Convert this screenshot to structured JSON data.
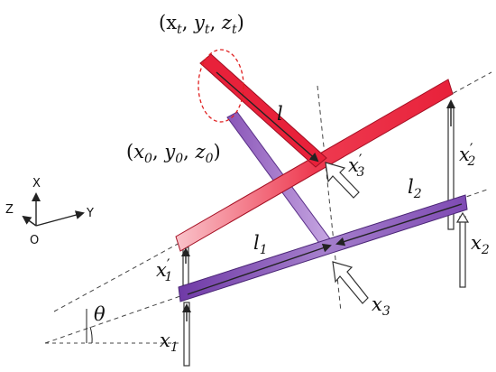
{
  "figure": {
    "labels": {
      "top_point": {
        "open": "(",
        "x": "x",
        "x_sub": "t",
        "y": "y",
        "y_sub": "t",
        "z": "z",
        "z_sub": "t",
        "close": ")"
      },
      "origin_point": {
        "open": "(",
        "x": "x",
        "x_sub": "0",
        "y": "y",
        "y_sub": "0",
        "z": "z",
        "z_sub": "0",
        "close": ")"
      },
      "l": "l",
      "l1": {
        "base": "l",
        "sub": "1"
      },
      "l2": {
        "base": "l",
        "sub": "2"
      },
      "x1": {
        "base": "x",
        "sub": "1"
      },
      "x2": {
        "base": "x",
        "sub": "2"
      },
      "x3": {
        "base": "x",
        "sub": "3"
      },
      "x1p": {
        "base": "x",
        "prime": "′",
        "sub": "1"
      },
      "x2p": {
        "base": "x",
        "prime": "′",
        "sub": "2"
      },
      "x3p": {
        "base": "x",
        "prime": "′",
        "sub": "3"
      },
      "theta": "θ"
    },
    "axes": {
      "x": "X",
      "y": "Y",
      "z": "Z",
      "origin": "O"
    },
    "colors": {
      "red_beam": "#e8213a",
      "red_light": "#f7b6bd",
      "purple_beam": "#8a56b8",
      "purple_light": "#cfb5e6",
      "dashed_circle": "#e02020",
      "line": "#222222"
    }
  }
}
